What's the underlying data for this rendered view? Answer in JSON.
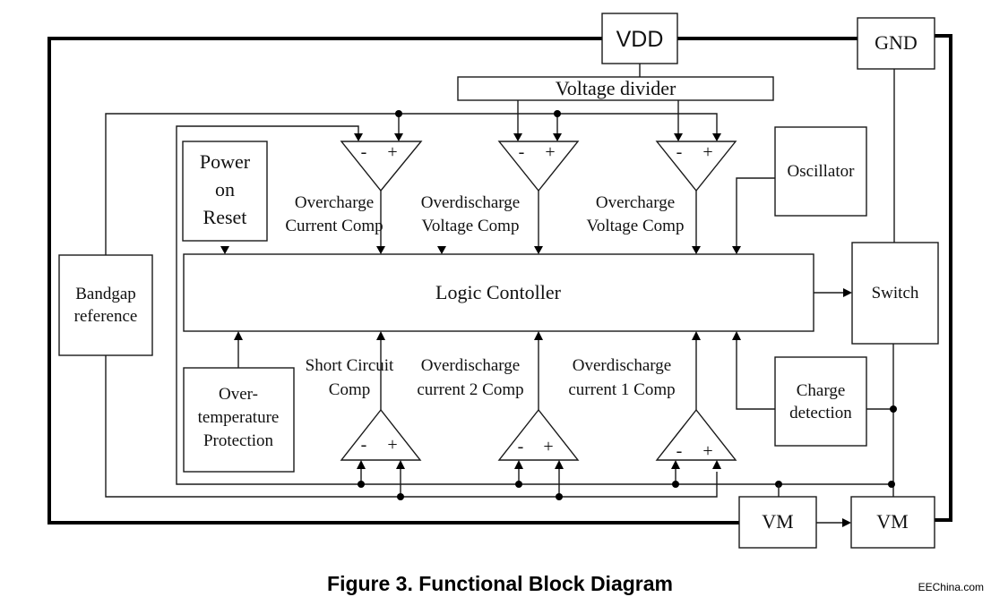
{
  "blocks": {
    "vdd": "VDD",
    "gnd": "GND",
    "voltage_divider": "Voltage divider",
    "power_on_reset": [
      "Power",
      "on",
      "Reset"
    ],
    "oscillator": "Oscillator",
    "logic_controller": "Logic Contoller",
    "switch": "Switch",
    "bandgap_reference": [
      "Bandgap",
      "reference"
    ],
    "over_temperature_protection": [
      "Over-",
      "temperature",
      "Protection"
    ],
    "charge_detection": [
      "Charge",
      "detection"
    ],
    "vm_left": "VM",
    "vm_right": "VM"
  },
  "comparators": {
    "top": [
      {
        "label": [
          "Overcharge",
          "Current Comp"
        ],
        "minus": "-",
        "plus": "+"
      },
      {
        "label": [
          "Overdischarge",
          "Voltage Comp"
        ],
        "minus": "-",
        "plus": "+"
      },
      {
        "label": [
          "Overcharge",
          "Voltage Comp"
        ],
        "minus": "-",
        "plus": "+"
      }
    ],
    "bottom": [
      {
        "label": [
          "Short Circuit",
          "Comp"
        ],
        "minus": "-",
        "plus": "+"
      },
      {
        "label": [
          "Overdischarge",
          "current 2 Comp"
        ],
        "minus": "-",
        "plus": "+"
      },
      {
        "label": [
          "Overdischarge",
          "current 1 Comp"
        ],
        "minus": "-",
        "plus": "+"
      }
    ]
  },
  "caption": "Figure 3. Functional Block Diagram",
  "credit": "EEChina.com"
}
